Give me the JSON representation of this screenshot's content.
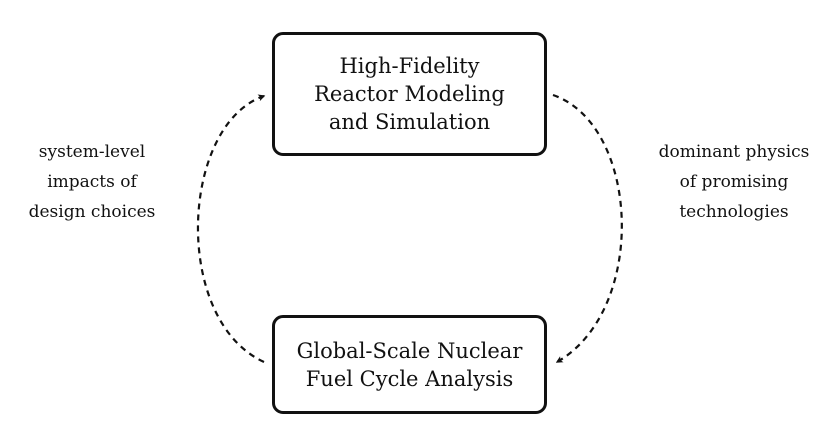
{
  "nodes": {
    "top": {
      "lines": [
        "High-Fidelity",
        "Reactor Modeling",
        "and Simulation"
      ]
    },
    "bottom": {
      "lines": [
        "Global-Scale Nuclear",
        "Fuel Cycle Analysis"
      ]
    }
  },
  "edges": {
    "left": {
      "lines": [
        "system-level",
        "impacts of",
        "design choices"
      ]
    },
    "right": {
      "lines": [
        "dominant physics",
        "of promising",
        "technologies"
      ]
    }
  },
  "colors": {
    "stroke": "#111111",
    "background": "#ffffff"
  }
}
